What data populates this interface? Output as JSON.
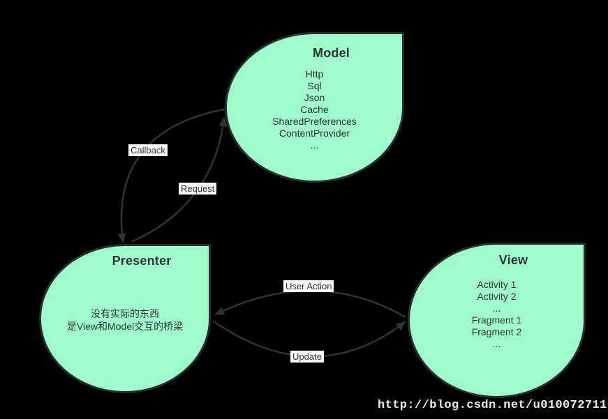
{
  "canvas": {
    "background": "#000000"
  },
  "colors": {
    "node_fill": "#9dfcc9",
    "node_border": "#2c2c2c",
    "node_text": "#333333",
    "arrow": "#333333",
    "edge_label_bg": "#ffffff",
    "edge_label_text": "#333333",
    "watermark_text": "#eaeae6"
  },
  "nodes": [
    {
      "id": "model",
      "title": "Model",
      "lines": [
        "Http",
        "Sql",
        "Json",
        "Cache",
        "SharedPreferences",
        "ContentProvider",
        "..."
      ]
    },
    {
      "id": "presenter",
      "title": "Presenter",
      "lines": [
        "没有实际的东西",
        "是View和Model交互的桥梁"
      ]
    },
    {
      "id": "view",
      "title": "View",
      "lines": [
        "Activity 1",
        "Activity 2",
        "...",
        "Fragment 1",
        "Fragment 2",
        "..."
      ]
    }
  ],
  "edges": [
    {
      "id": "callback",
      "label": "Callback",
      "from": "Model",
      "to": "Presenter"
    },
    {
      "id": "request",
      "label": "Request",
      "from": "Presenter",
      "to": "Model"
    },
    {
      "id": "user-action",
      "label": "User Action",
      "from": "View",
      "to": "Presenter"
    },
    {
      "id": "update",
      "label": "Update",
      "from": "Presenter",
      "to": "View"
    }
  ],
  "watermark": "http://blog.csdn.net/u010072711"
}
